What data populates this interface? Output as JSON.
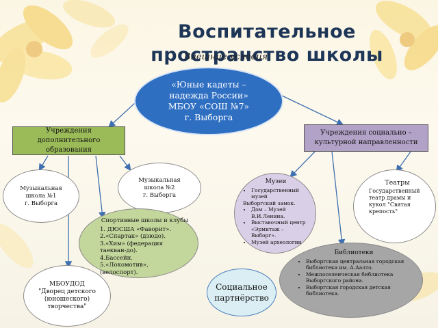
{
  "title": "Воспитательное пространство школы",
  "subtitle": "Внешние условия",
  "center": {
    "line1": "«Юные кадеты –",
    "line2": "надежда России»",
    "line3": "МБОУ «СОШ №7»",
    "line4": "г. Выборга"
  },
  "additional_education": {
    "label": "Учреждения дополнительного образования"
  },
  "social_cultural": {
    "label": "Учреждения социально – культурной направленности"
  },
  "music_school_1": {
    "line1": "Музыкальная",
    "line2": "школа №1",
    "line3": "г. Выборга"
  },
  "music_school_2": {
    "line1": "Музыкальная",
    "line2": "школа №2",
    "line3": "г. Выборга"
  },
  "museums": {
    "title": "Музеи",
    "item1": "Государственный музей",
    "item1_cont": "Выборгский замок.",
    "items": [
      "Дом – Музей В.И.Ленина.",
      "Выставочный центр «Эрмитаж – Выборг».",
      "Музей археологии"
    ]
  },
  "theatres": {
    "title": "Театры",
    "text": "Государственный театр драмы и кукол \"Святая крепость\""
  },
  "sport": {
    "title": "Спортивные школы и клубы",
    "lines": [
      "1. ДЮСША «Фаворит».",
      "2.«Спартак» (дзюдо).",
      "3.«Хим» (федерация таекван-до).",
      "4.Бассейн.",
      "5.«Локомотив»,",
      "(велоспорт)."
    ]
  },
  "libraries": {
    "title": "Библиотеки",
    "items": [
      "Выборгская центральная городская библиотека им. А.Аалто.",
      "Межпоселенческая библиотека Выборгского района.",
      "Выборгская городская детская библиотека."
    ]
  },
  "youth_palace": {
    "line1": "МБОУДОД",
    "line2": "\"Дворец детского",
    "line3": "(юношеского)",
    "line4": "творчества\""
  },
  "partnership": {
    "line1": "Социальное",
    "line2": "партнёрство"
  },
  "colors": {
    "title": "#1d3557",
    "center": "#2f6fc2",
    "additional": "#9bbb59",
    "social": "#b3a2c7",
    "museum": "#d9cfe6",
    "sport": "#c3d69b",
    "library": "#a6a6a6",
    "partnership": "#dbeef4"
  }
}
